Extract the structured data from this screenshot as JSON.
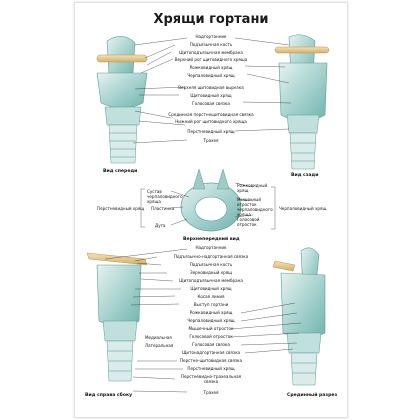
{
  "title": "Хрящи гортани",
  "top_labels": [
    "Надгортанник",
    "Подъязычная кость",
    "Щитоподъязычная мембрана",
    "Верхний рог щитовидного хряща",
    "Рожковидный хрящ",
    "Черпаловидный хрящ",
    "Верхняя щитовидная вырезка",
    "Щитовидный хрящ",
    "Голосовая связка",
    "Срединная перстнещитовидная связка",
    "Нижний рог щитовидного хряща",
    "Перстневидный хрящ",
    "Трахея"
  ],
  "view_front": "Вид спереди",
  "view_back": "Вид сзади",
  "middle": {
    "left_group": "Перстневидный хрящ",
    "items": [
      "Сустав черпаловидного хряща",
      "Пластинка",
      "Дуга"
    ],
    "right_items": [
      "Рожковидный хрящ",
      "Мышечный отросток черпаловидного хряща",
      "Голосовой отросток"
    ],
    "right_group": "Черпаловидный хрящ",
    "caption": "Верхнепередний вид"
  },
  "bottom_labels": [
    "Надгортанник",
    "Подъязычно-надгортанная связка",
    "Подъязычная кость",
    "Зерновидный хрящ",
    "Щитоподъязычная мембрана",
    "Щитовидный хрящ",
    "Косая линия",
    "Выступ гортани",
    "Рожковидный хрящ",
    "Черпаловидный хрящ",
    "Мышечный отросток",
    "Голосовой отросток",
    "Голосовая связка",
    "Щитонадгортанная связка",
    "Перстне-щитовидная связка",
    "Перстневидный хрящ",
    "Перстневидно-трахеальная связка",
    "Трахея"
  ],
  "side_labels": [
    "Медиальная",
    "Латеральная"
  ],
  "view_side": "Вид справа сбоку",
  "view_section": "Срединный разрез"
}
